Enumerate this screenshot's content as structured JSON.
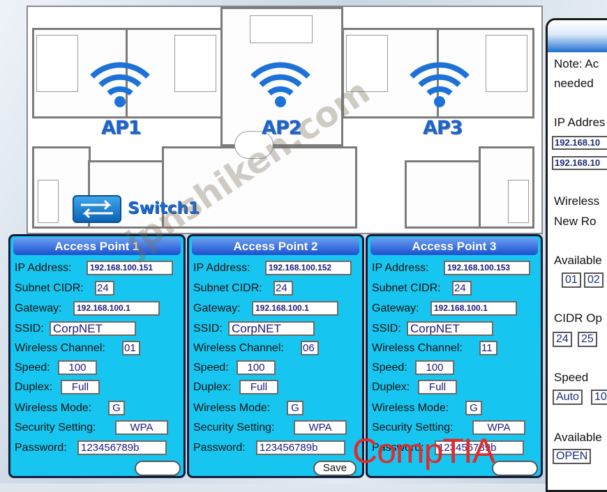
{
  "floorplan": {
    "access_points": [
      {
        "label": "AP1"
      },
      {
        "label": "AP2"
      },
      {
        "label": "AP3"
      }
    ],
    "switch_label": "Switch1"
  },
  "panels": [
    {
      "title": "Access Point 1",
      "ip_label": "IP Address:",
      "ip": "192.168.100.151",
      "cidr_label": "Subnet CIDR:",
      "cidr": "24",
      "gw_label": "Gateway:",
      "gw": "192.168.100.1",
      "ssid_label": "SSID:",
      "ssid": "CorpNET",
      "chan_label": "Wireless Channel:",
      "chan": "01",
      "speed_label": "Speed:",
      "speed": "100",
      "duplex_label": "Duplex:",
      "duplex": "Full",
      "mode_label": "Wireless Mode:",
      "mode": "G",
      "sec_label": "Security Setting:",
      "sec": "WPA",
      "pwd_label": "Password:",
      "pwd": "123456789b",
      "save": ""
    },
    {
      "title": "Access Point 2",
      "ip_label": "IP Address:",
      "ip": "192.168.100.152",
      "cidr_label": "Subnet CIDR:",
      "cidr": "24",
      "gw_label": "Gateway:",
      "gw": "192.168.100.1",
      "ssid_label": "SSID:",
      "ssid": "CorpNET",
      "chan_label": "Wireless Channel:",
      "chan": "06",
      "speed_label": "Speed:",
      "speed": "100",
      "duplex_label": "Duplex:",
      "duplex": "Full",
      "mode_label": "Wireless Mode:",
      "mode": "G",
      "sec_label": "Security Setting:",
      "sec": "WPA",
      "pwd_label": "Password:",
      "pwd": "123456789b",
      "save": "Save"
    },
    {
      "title": "Access Point 3",
      "ip_label": "IP Address:",
      "ip": "192.168.100.153",
      "cidr_label": "Subnet CIDR:",
      "cidr": "24",
      "gw_label": "Gateway:",
      "gw": "192.168.100.1",
      "ssid_label": "SSID:",
      "ssid": "CorpNET",
      "chan_label": "Wireless Channel:",
      "chan": "11",
      "speed_label": "Speed:",
      "speed": "100",
      "duplex_label": "Duplex:",
      "duplex": "Full",
      "mode_label": "Wireless Mode:",
      "mode": "G",
      "sec_label": "Security Setting:",
      "sec": "WPA",
      "pwd_label": "Password:",
      "pwd": "123456789b",
      "save": ""
    }
  ],
  "right_panel": {
    "note_line1": "Note: Ac",
    "note_line2": "needed",
    "ip_label": "IP Addres",
    "ip_opt1": "192.168.10",
    "ip_opt2": "192.168.10",
    "wireless_label": "Wireless",
    "new_label": "New Ro",
    "available_label": "Available",
    "chan_opt1": "01",
    "chan_opt2": "02",
    "cidr_label": "CIDR Op",
    "cidr_opt1": "24",
    "cidr_opt2": "25",
    "speed_label": "Speed",
    "speed_opt1": "Auto",
    "speed_opt2": "10",
    "available2_label": "Available",
    "sec_opt1": "OPEN"
  },
  "watermark": "jpnshiken.com",
  "brand": "CompTIA",
  "colors": {
    "panel_bg": "#16c6f0",
    "title_bar": "#1c4fd0",
    "ap_blue": "#1e63c8",
    "brand_red": "#e02b2b"
  }
}
